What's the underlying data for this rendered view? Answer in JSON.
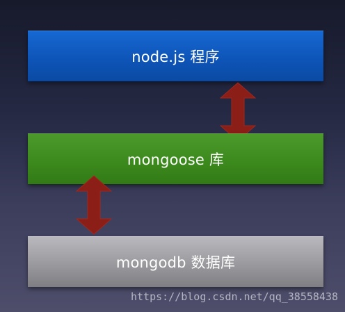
{
  "layers": {
    "top": {
      "label": "node.js 程序",
      "color": "#0e55b8"
    },
    "middle": {
      "label": "mongoose 库",
      "color": "#3c8a1d"
    },
    "bottom": {
      "label": "mongodb 数据库",
      "color": "#9d9da1"
    }
  },
  "arrows": {
    "color": "#8b1e16",
    "count": 2,
    "kind": "bidirectional"
  },
  "watermark": "https://blog.csdn.net/qq_38558438"
}
